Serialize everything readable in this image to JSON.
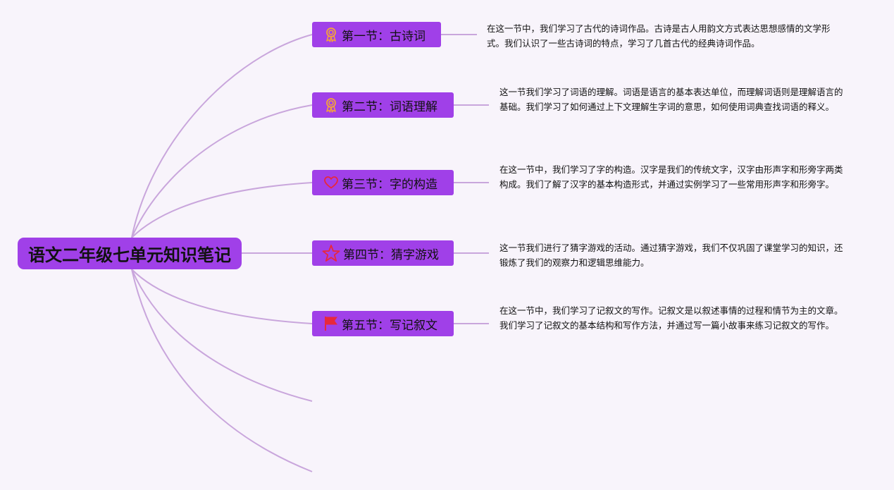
{
  "colors": {
    "background": "#f8f4fb",
    "node_fill": "#a040e8",
    "connector": "#c9a6dc",
    "icon_ribbon": "#f5a33a",
    "icon_heart": "#e8283c",
    "icon_star": "#e8283c",
    "icon_flag": "#e8283c"
  },
  "root": {
    "label": "语文二年级七单元知识笔记"
  },
  "topics": [
    {
      "label": "第一节：古诗词",
      "icon": "award-ribbon-icon",
      "note": "在这一节中，我们学习了古代的诗词作品。古诗是古人用韵文方式表达思想感情的文学形式。我们认识了一些古诗词的特点，学习了几首古代的经典诗词作品。"
    },
    {
      "label": "第二节：词语理解",
      "icon": "award-ribbon-icon",
      "note": "这一节我们学习了词语的理解。词语是语言的基本表达单位，而理解词语则是理解语言的基础。我们学习了如何通过上下文理解生字词的意思，如何使用词典查找词语的释义。"
    },
    {
      "label": "第三节：字的构造",
      "icon": "heart-icon",
      "note": "在这一节中，我们学习了字的构造。汉字是我们的传统文字，汉字由形声字和形旁字两类构成。我们了解了汉字的基本构造形式，并通过实例学习了一些常用形声字和形旁字。"
    },
    {
      "label": "第四节：猜字游戏",
      "icon": "star-icon",
      "note": "这一节我们进行了猜字游戏的活动。通过猜字游戏，我们不仅巩固了课堂学习的知识，还锻炼了我们的观察力和逻辑思维能力。"
    },
    {
      "label": "第五节：写记叙文",
      "icon": "flag-icon",
      "note": "在这一节中，我们学习了记叙文的写作。记叙文是以叙述事情的过程和情节为主的文章。我们学习了记叙文的基本结构和写作方法，并通过写一篇小故事来练习记叙文的写作。"
    }
  ]
}
